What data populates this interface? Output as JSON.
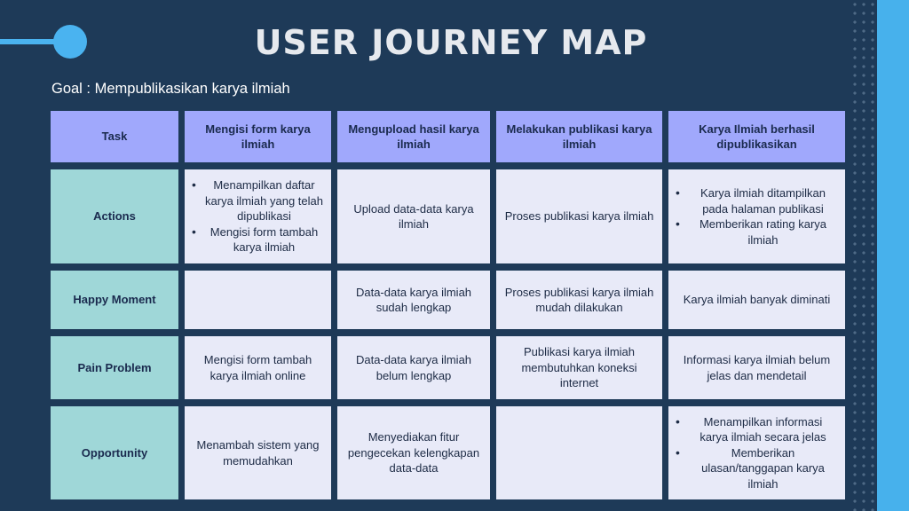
{
  "title": "USER JOURNEY MAP",
  "goal": "Goal : Mempublikasikan karya ilmiah",
  "colors": {
    "background": "#1e3a58",
    "accent": "#4ab3f0",
    "header": "#a0a8fc",
    "row_label": "#9fd7d8",
    "cell": "#e8eaf8"
  },
  "header": [
    "Task",
    "Mengisi form karya ilmiah",
    "Mengupload hasil karya ilmiah",
    "Melakukan publikasi karya ilmiah",
    "Karya Ilmiah berhasil dipublikasikan"
  ],
  "rows": [
    {
      "label": "Actions",
      "cells": [
        {
          "bullets": [
            "Menampilkan daftar karya ilmiah yang telah dipublikasi",
            "Mengisi form tambah karya ilmiah"
          ]
        },
        {
          "text": "Upload data-data karya ilmiah"
        },
        {
          "text": "Proses publikasi karya ilmiah"
        },
        {
          "bullets": [
            "Karya ilmiah ditampilkan pada halaman publikasi",
            "Memberikan rating karya ilmiah"
          ]
        }
      ]
    },
    {
      "label": "Happy Moment",
      "cells": [
        {
          "text": ""
        },
        {
          "text": "Data-data karya ilmiah sudah lengkap"
        },
        {
          "text": "Proses publikasi karya ilmiah mudah dilakukan"
        },
        {
          "text": "Karya ilmiah banyak diminati"
        }
      ]
    },
    {
      "label": "Pain Problem",
      "cells": [
        {
          "text": "Mengisi form tambah karya ilmiah online"
        },
        {
          "text": "Data-data karya ilmiah belum lengkap"
        },
        {
          "text": "Publikasi karya ilmiah membutuhkan koneksi internet"
        },
        {
          "text": "Informasi karya ilmiah belum jelas dan mendetail"
        }
      ]
    },
    {
      "label": "Opportunity",
      "cells": [
        {
          "text": "Menambah sistem yang memudahkan"
        },
        {
          "text": "Menyediakan fitur pengecekan kelengkapan data-data"
        },
        {
          "text": ""
        },
        {
          "bullets": [
            "Menampilkan informasi karya ilmiah secara jelas",
            "Memberikan ulasan/tanggapan karya ilmiah"
          ]
        }
      ]
    }
  ]
}
